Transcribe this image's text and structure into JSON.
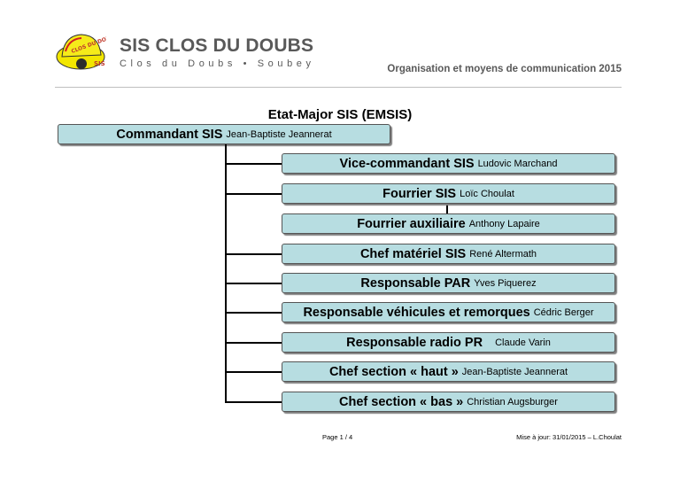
{
  "header": {
    "logo_icon": "firefighter-helmet-logo",
    "logo_text": "CLOS DU DOUBS",
    "logo_badge": "SIS",
    "title": "SIS CLOS DU DOUBS",
    "subtitle": "Clos du Doubs  •  Soubey",
    "doc_title": "Organisation et moyens de communication 2015"
  },
  "section": {
    "title": "Etat-Major SIS (EMSIS)"
  },
  "commander": {
    "role": "Commandant SIS",
    "person": "Jean-Baptiste Jeannerat"
  },
  "members": [
    {
      "role": "Vice-commandant SIS",
      "person": "Ludovic Marchand"
    },
    {
      "role": "Fourrier SIS",
      "person": "Loïc Choulat"
    },
    {
      "role": "Fourrier auxiliaire",
      "person": "Anthony Lapaire"
    },
    {
      "role": "Chef matériel SIS",
      "person": "René Altermath"
    },
    {
      "role": "Responsable PAR",
      "person": "Yves Piquerez"
    },
    {
      "role": "Responsable véhicules et remorques",
      "person": "Cédric Berger"
    },
    {
      "role": "Responsable radio PR",
      "person": "Claude Varin"
    },
    {
      "role": "Chef section « haut »",
      "person": "Jean-Baptiste Jeannerat"
    },
    {
      "role": "Chef section « bas »",
      "person": "Christian Augsburger"
    }
  ],
  "footer": {
    "page": "Page 1 / 4",
    "updated": "Mise à jour: 31/01/2015 – L.Choulat"
  }
}
